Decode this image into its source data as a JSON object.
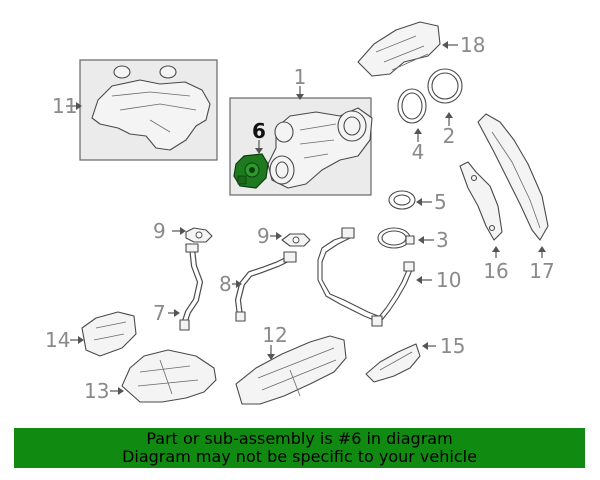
{
  "diagram": {
    "highlighted_part": "6",
    "highlight_color": "#1f7a1f",
    "callouts": {
      "c1": "1",
      "c2": "2",
      "c3": "3",
      "c4": "4",
      "c5": "5",
      "c6": "6",
      "c7": "7",
      "c8": "8",
      "c9a": "9",
      "c9b": "9",
      "c10": "10",
      "c11": "11",
      "c12": "12",
      "c13": "13",
      "c14": "14",
      "c15": "15",
      "c16": "16",
      "c17": "17",
      "c18": "18"
    }
  },
  "footer": {
    "line1": "Part or sub-assembly is #6 in diagram",
    "line2": "Diagram may not be specific to your vehicle",
    "background": "#118a11"
  }
}
